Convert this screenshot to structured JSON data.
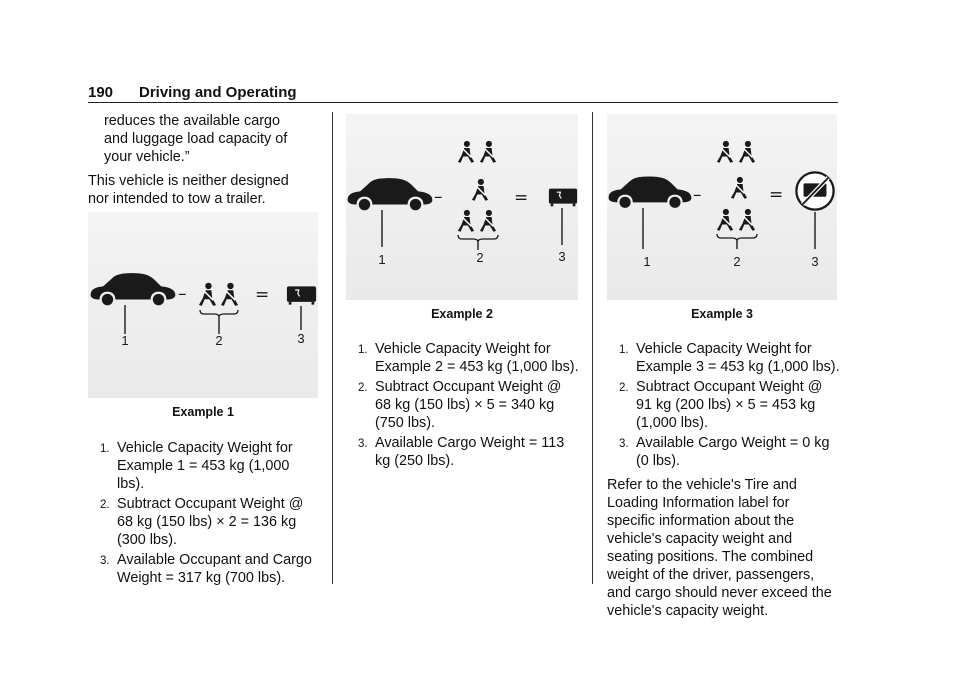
{
  "header": {
    "page_number": "190",
    "section": "Driving and Operating"
  },
  "col1": {
    "quote_cont": "reduces the available cargo and luggage load capacity of your vehicle.”",
    "paragraph": "This vehicle is neither designed nor intended to tow a trailer.",
    "figure_caption": "Example 1",
    "steps": [
      "Vehicle Capacity Weight for Example 1 = 453 kg (1,000 lbs).",
      "Subtract Occupant Weight @ 68 kg (150 lbs) × 2 = 136 kg (300 lbs).",
      "Available Occupant and Cargo Weight = 317 kg (700 lbs)."
    ]
  },
  "col2": {
    "figure_caption": "Example 2",
    "steps": [
      "Vehicle Capacity Weight for Example 2 = 453 kg (1,000 lbs).",
      "Subtract Occupant Weight @ 68 kg (150 lbs) × 5 = 340 kg (750 lbs).",
      "Available Cargo Weight = 113 kg (250 lbs)."
    ]
  },
  "col3": {
    "figure_caption": "Example 3",
    "steps": [
      "Vehicle Capacity Weight for Example 3 = 453 kg (1,000 lbs).",
      "Subtract Occupant Weight @ 91 kg (200 lbs) × 5 = 453 kg (1,000 lbs).",
      "Available Cargo Weight = 0 kg (0 lbs)."
    ],
    "paragraph": "Refer to the vehicle's Tire and Loading Information label for specific information about the vehicle's capacity weight and seating positions. The combined weight of the driver, passengers, and cargo should never exceed the vehicle's capacity weight."
  },
  "step_numbers": [
    "1.",
    "2.",
    "3."
  ],
  "callouts": [
    "1",
    "2",
    "3"
  ],
  "operators": {
    "minus": "–",
    "equals": "="
  },
  "icons": [
    "car-silhouette-icon",
    "seatbelt-occupant-icon",
    "cargo-box-icon",
    "no-cargo-icon"
  ],
  "colors": {
    "text": "#111111",
    "icon": "#1a1a1a",
    "figure_bg": "#eeeeee"
  }
}
